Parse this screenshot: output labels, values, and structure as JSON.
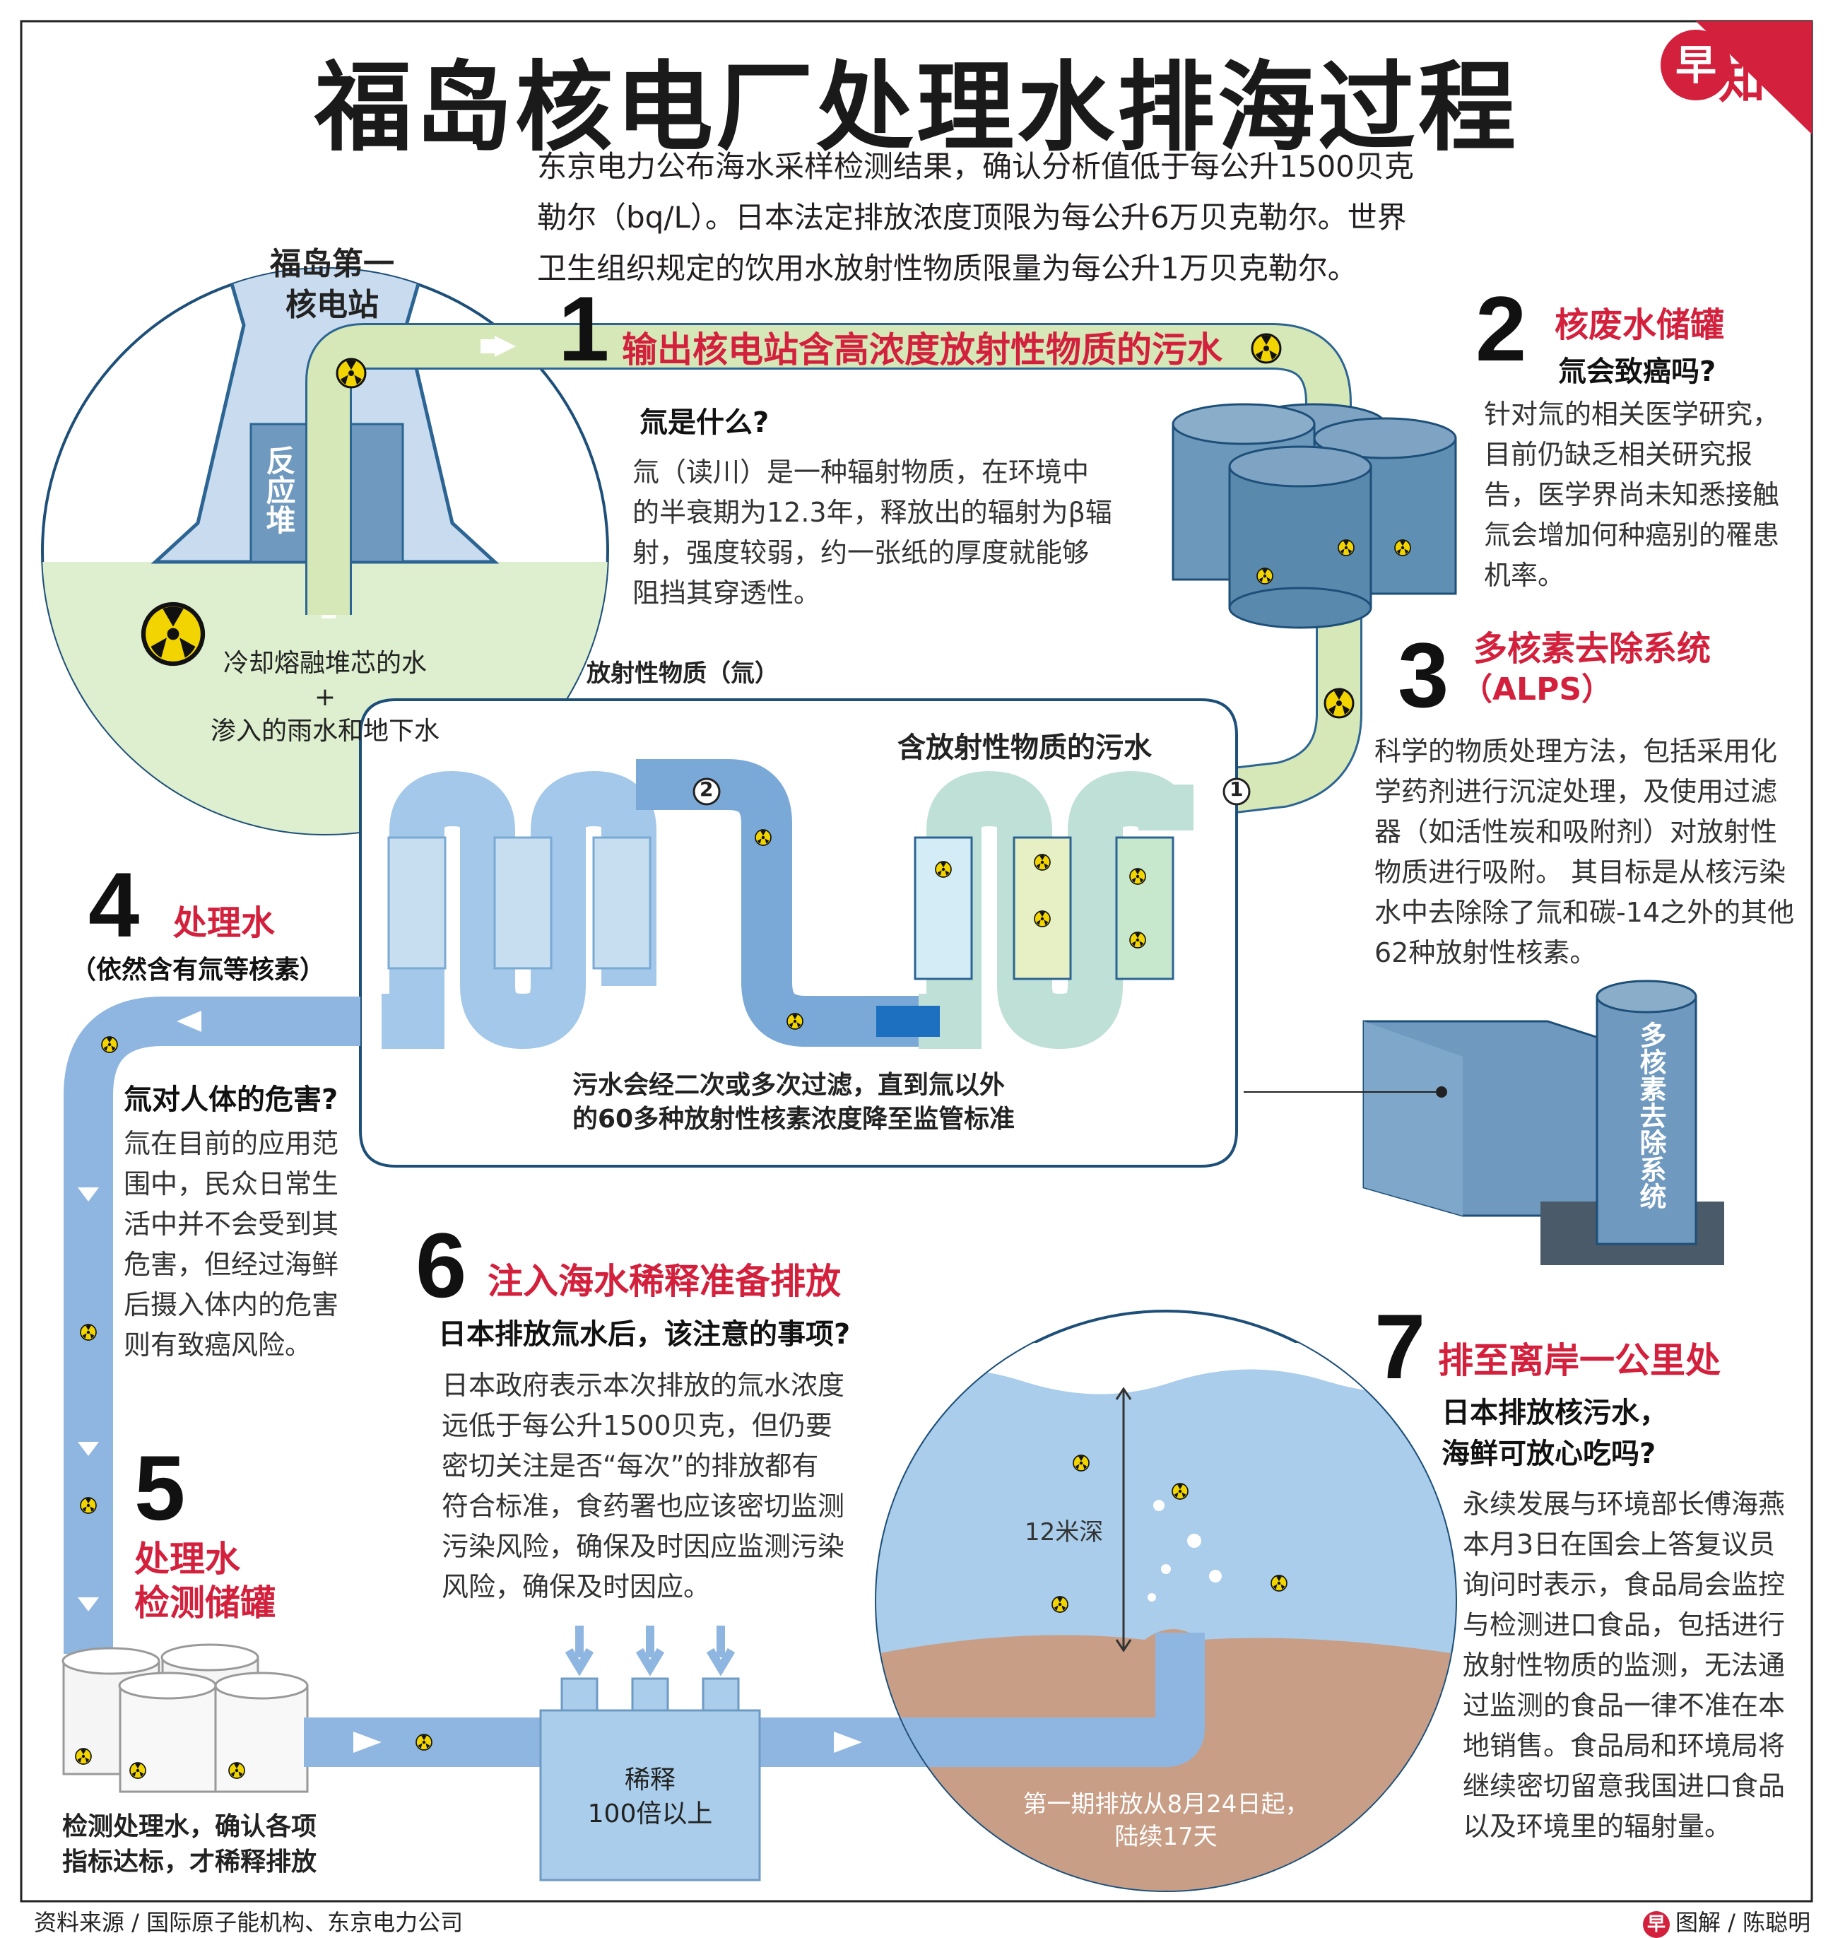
{
  "title": "福岛核电厂处理水排海过程",
  "logo": {
    "mark": "早",
    "text": "知"
  },
  "intro": "东京电力公布海水采样检测结果，确认分析值低于每公升1500贝克勒尔（bq/L）。日本法定排放浓度顶限为每公升6万贝克勒尔。世界卫生组织规定的饮用水放射性物质限量为每公升1万贝克勒尔。",
  "plant": {
    "name_line1": "福岛第一",
    "name_line2": "核电站",
    "reactor": "反应堆",
    "water_line1": "冷却熔融堆芯的水",
    "water_plus": "+",
    "water_line2": "渗入的雨水和地下水"
  },
  "legend_radioactive": "放射性物质（氚）",
  "steps": {
    "s1": {
      "number": "1",
      "title": "输出核电站含高浓度放射性物质的污水",
      "question": "氚是什么?",
      "body": "氚（读川）是一种辐射物质，在环境中的半衰期为12.3年，释放出的辐射为β辐射，强度较弱，约一张纸的厚度就能够阻挡其穿透性。"
    },
    "s2": {
      "number": "2",
      "title": "核废水储罐",
      "question": "氚会致癌吗?",
      "body": "针对氚的相关医学研究，目前仍缺乏相关研究报告，医学界尚未知悉接触氚会增加何种癌别的罹患机率。"
    },
    "s3": {
      "number": "3",
      "title": "多核素去除系统",
      "subtitle": "（ALPS）",
      "body": "科学的物质处理方法，包括采用化学药剂进行沉淀处理，及使用过滤器（如活性炭和吸附剂）对放射性物质进行吸附。 其目标是从核污染水中去除除了氚和碳-14之外的其他62种放射性核素。",
      "building_label": "多核素去除系统"
    },
    "s4": {
      "number": "4",
      "title": "处理水",
      "subtitle": "（依然含有氚等核素）",
      "question": "氚对人体的危害?",
      "body": "氚在目前的应用范围中，民众日常生活中并不会受到其危害，但经过海鲜后摄入体内的危害则有致癌风险。"
    },
    "s5": {
      "number": "5",
      "title_line1": "处理水",
      "title_line2": "检测储罐",
      "caption_line1": "检测处理水，确认各项",
      "caption_line2": "指标达标，才稀释排放"
    },
    "s6": {
      "number": "6",
      "title": "注入海水稀释准备排放",
      "question": "日本排放氚水后，该注意的事项?",
      "body": "日本政府表示本次排放的氚水浓度远低于每公升1500贝克，但仍要密切关注是否“每次”的排放都有符合标准，食药署也应该密切监测污染风险，确保及时因应监测污染风险，确保及时因应。",
      "dilution_line1": "稀释",
      "dilution_line2": "100倍以上"
    },
    "s7": {
      "number": "7",
      "title": "排至离岸一公里处",
      "question_line1": "日本排放核污水，",
      "question_line2": "海鲜可放心吃吗?",
      "body": "永续发展与环境部长傅海燕本月3日在国会上答复议员询问时表示，食品局会监控与检测进口食品，包括进行放射性物质的监测，无法通过监测的食品一律不准在本地销售。食品局和环境局将继续密切留意我国进口食品以及环境里的辐射量。",
      "depth": "12米深",
      "schedule_line1": "第一期排放从8月24日起，",
      "schedule_line2": "陆续17天"
    }
  },
  "filter_box": {
    "label": "含放射性物质的污水",
    "caption_line1": "污水会经二次或多次过滤，直到氚以外",
    "caption_line2": "的60多种放射性核素浓度降至监管标准",
    "marker1": "1",
    "marker2": "2"
  },
  "footer": {
    "source": "资料来源 / 国际原子能机构、东京电力公司",
    "credit_mark": "早",
    "credit": "图解 / 陈聪明"
  },
  "colors": {
    "accent_red": "#d3213d",
    "pipe_green": "#d6e8b8",
    "pipe_blue": "#9cc2e6",
    "tank_blue": "#5f8fb2",
    "sea_blue": "#a9cdea",
    "seabed": "#c99e86"
  },
  "icons": [
    "radiation-icon",
    "arrow-icon",
    "cooling-tower-icon",
    "storage-tank-icon",
    "filter-column-icon"
  ]
}
